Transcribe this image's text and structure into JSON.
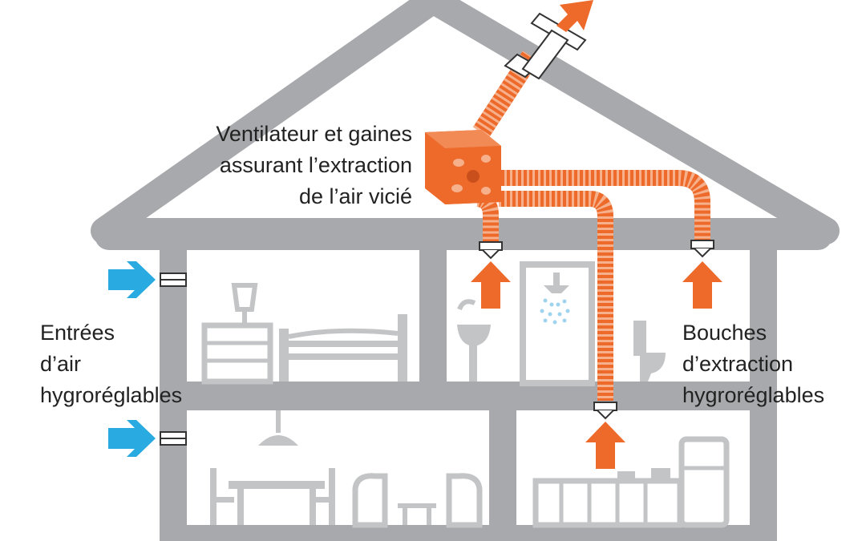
{
  "labels": {
    "fan": [
      "Ventilateur et gaines",
      "assurant l’extraction",
      "de l’air vicié"
    ],
    "inlets": [
      "Entrées",
      "d’air",
      "hygroréglables"
    ],
    "outlets": [
      "Bouches",
      "d’extraction",
      "hygroréglables"
    ]
  },
  "colors": {
    "house": "#a7a9ac",
    "furniture": "#c2c4c6",
    "duct": "#ee6a2a",
    "duct_stripe": "#f6b08c",
    "inlet_arrow": "#29abe2",
    "text": "#222222"
  },
  "icons": [
    "fan-box-icon",
    "outlet-arrow-icon",
    "inlet-arrow-icon",
    "shower-icon",
    "bed-icon",
    "lamp-icon",
    "table-icon",
    "chair-icon",
    "fridge-icon",
    "sink-icon",
    "toilet-icon",
    "radiator-icon",
    "pendant-lamp-icon",
    "nightstand-icon"
  ]
}
